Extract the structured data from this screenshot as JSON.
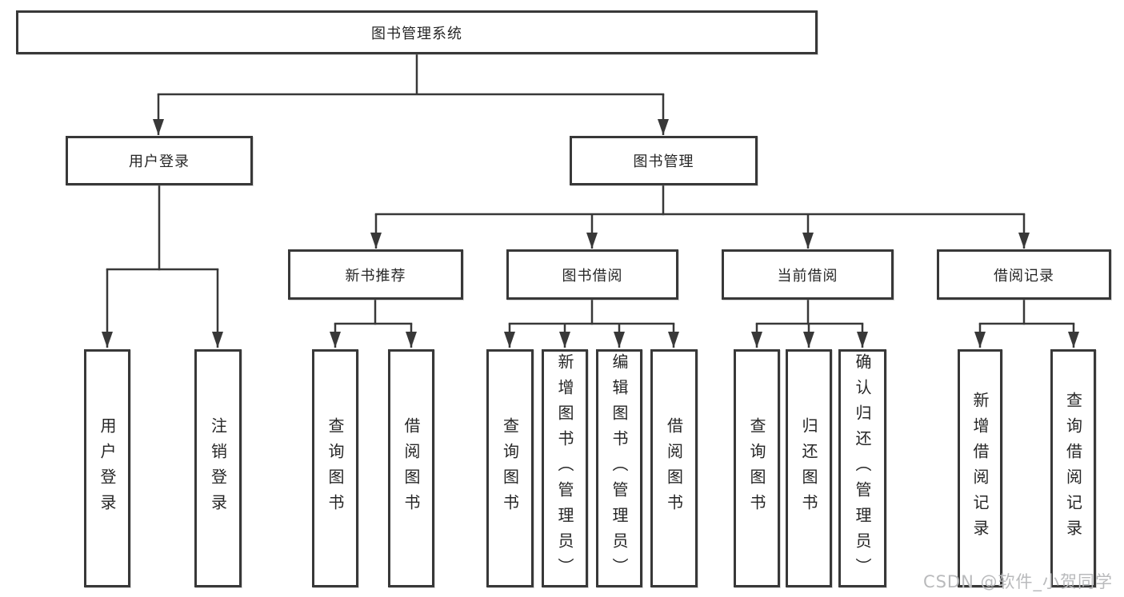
{
  "diagram": {
    "root": {
      "label": "图书管理系统"
    },
    "branches": [
      {
        "label": "用户登录",
        "children": [
          {
            "label": "用户登录"
          },
          {
            "label": "注销登录"
          }
        ]
      },
      {
        "label": "图书管理",
        "children": [
          {
            "label": "新书推荐",
            "children": [
              {
                "label": "查询图书"
              },
              {
                "label": "借阅图书"
              }
            ]
          },
          {
            "label": "图书借阅",
            "children": [
              {
                "label": "查询图书"
              },
              {
                "label": "新增图书（管理员）"
              },
              {
                "label": "编辑图书（管理员）"
              },
              {
                "label": "借阅图书"
              }
            ]
          },
          {
            "label": "当前借阅",
            "children": [
              {
                "label": "查询图书"
              },
              {
                "label": "归还图书"
              },
              {
                "label": "确认归还（管理员）"
              }
            ]
          },
          {
            "label": "借阅记录",
            "children": [
              {
                "label": "新增借阅记录"
              },
              {
                "label": "查询借阅记录"
              }
            ]
          }
        ]
      }
    ]
  },
  "watermark": {
    "text": "CSDN @软件_小贺同学"
  },
  "colors": {
    "line": "#383838",
    "text": "#262626",
    "box_background": "#ffffff",
    "page_background": "#ffffff",
    "watermark": "#b9babc"
  }
}
